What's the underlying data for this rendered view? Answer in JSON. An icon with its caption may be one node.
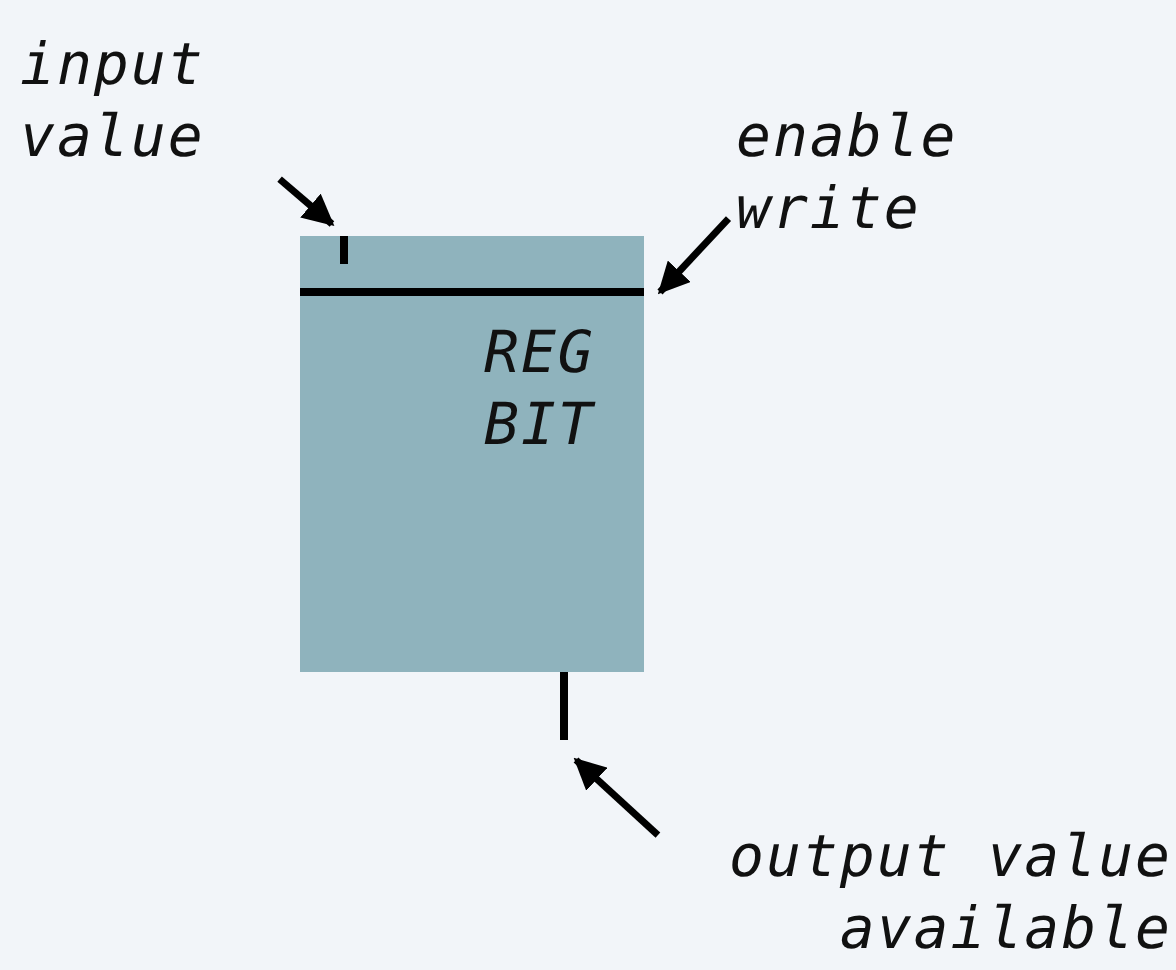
{
  "diagram": {
    "nodes": [
      {
        "text": [
          "input value"
        ]
      },
      {
        "text": [
          "enable write"
        ]
      },
      {
        "text": [
          "REG BIT"
        ]
      },
      {
        "text": [],
        "shape": "bar",
        "in": 2
      },
      {
        "text": [],
        "shape": "bar",
        "in": 2
      },
      {
        "text": [],
        "shape": "bar"
      },
      {
        "text": [
          "output value available"
        ]
      }
    ],
    "edges": [
      {
        "from": 0,
        "to": 3,
        "arrow": "to"
      },
      {
        "from": 1,
        "to": 4,
        "arrow": "to"
      },
      {
        "from": 6,
        "to": 5,
        "arrow": "to"
      }
    ]
  }
}
